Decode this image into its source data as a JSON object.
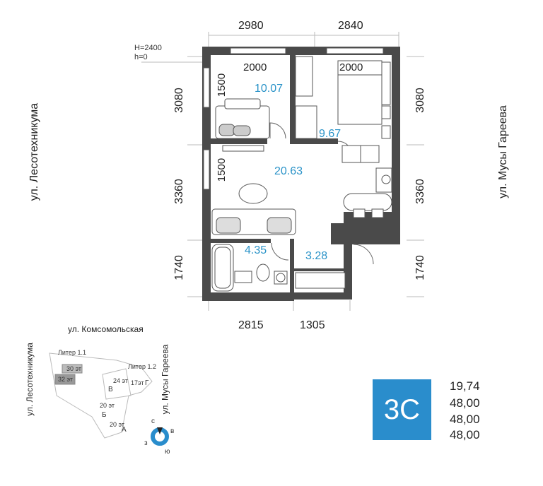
{
  "dimensions": {
    "top_left": "2980",
    "top_right": "2840",
    "bottom_left": "2815",
    "bottom_right": "1305",
    "left_top": "3080",
    "left_mid": "3360",
    "left_bottom": "1740",
    "right_top": "3080",
    "right_mid": "3360",
    "right_bottom": "1740"
  },
  "window_note": {
    "h1": "H=2400",
    "h2": "h=0"
  },
  "windows": {
    "w1": "2000",
    "w2": "2000",
    "w3": "1500",
    "w4": "1500"
  },
  "areas": {
    "room1": "10.07",
    "room2": "9.67",
    "living": "20.63",
    "bath": "4.35",
    "hall": "3.28"
  },
  "streets": {
    "left": "ул. Лесотехникума",
    "right": "ул. Мусы Гареева",
    "map_top": "ул. Комсомольская",
    "map_left": "ул. Лесотехникума",
    "map_right": "ул. Мусы Гареева"
  },
  "site_map": {
    "liter11": "Литер 1.1",
    "liter12": "Литер 1.2",
    "f30": "30 эт",
    "f32": "32 эт",
    "f24": "24 эт",
    "f17": "17эт",
    "f20a": "20 эт",
    "f20b": "20 эт",
    "bV": "В",
    "bG": "Г",
    "bB": "Б",
    "bA": "А"
  },
  "compass": {
    "n": "с",
    "e": "в",
    "s": "ю",
    "w": "з",
    "accent": "#2a8dcc"
  },
  "unit": {
    "label": "3С",
    "color": "#2a8dcc"
  },
  "figures": [
    "19,74",
    "48,00",
    "48,00",
    "48,00"
  ]
}
